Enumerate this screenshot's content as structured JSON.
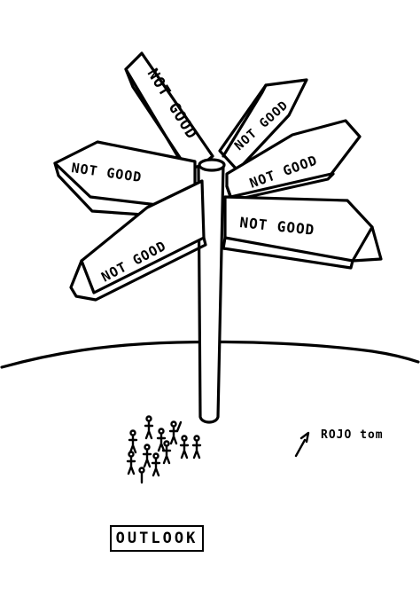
{
  "signs": {
    "top_left": "NOT GOOD",
    "top_right": "NOT GOOD",
    "left": "NOT GOOD",
    "right_upper": "NOT GOOD",
    "lower_left": "NOT GOOD",
    "right_lower": "NOT GOOD"
  },
  "caption": "OUTLOOK",
  "signature": "ROJO tom"
}
